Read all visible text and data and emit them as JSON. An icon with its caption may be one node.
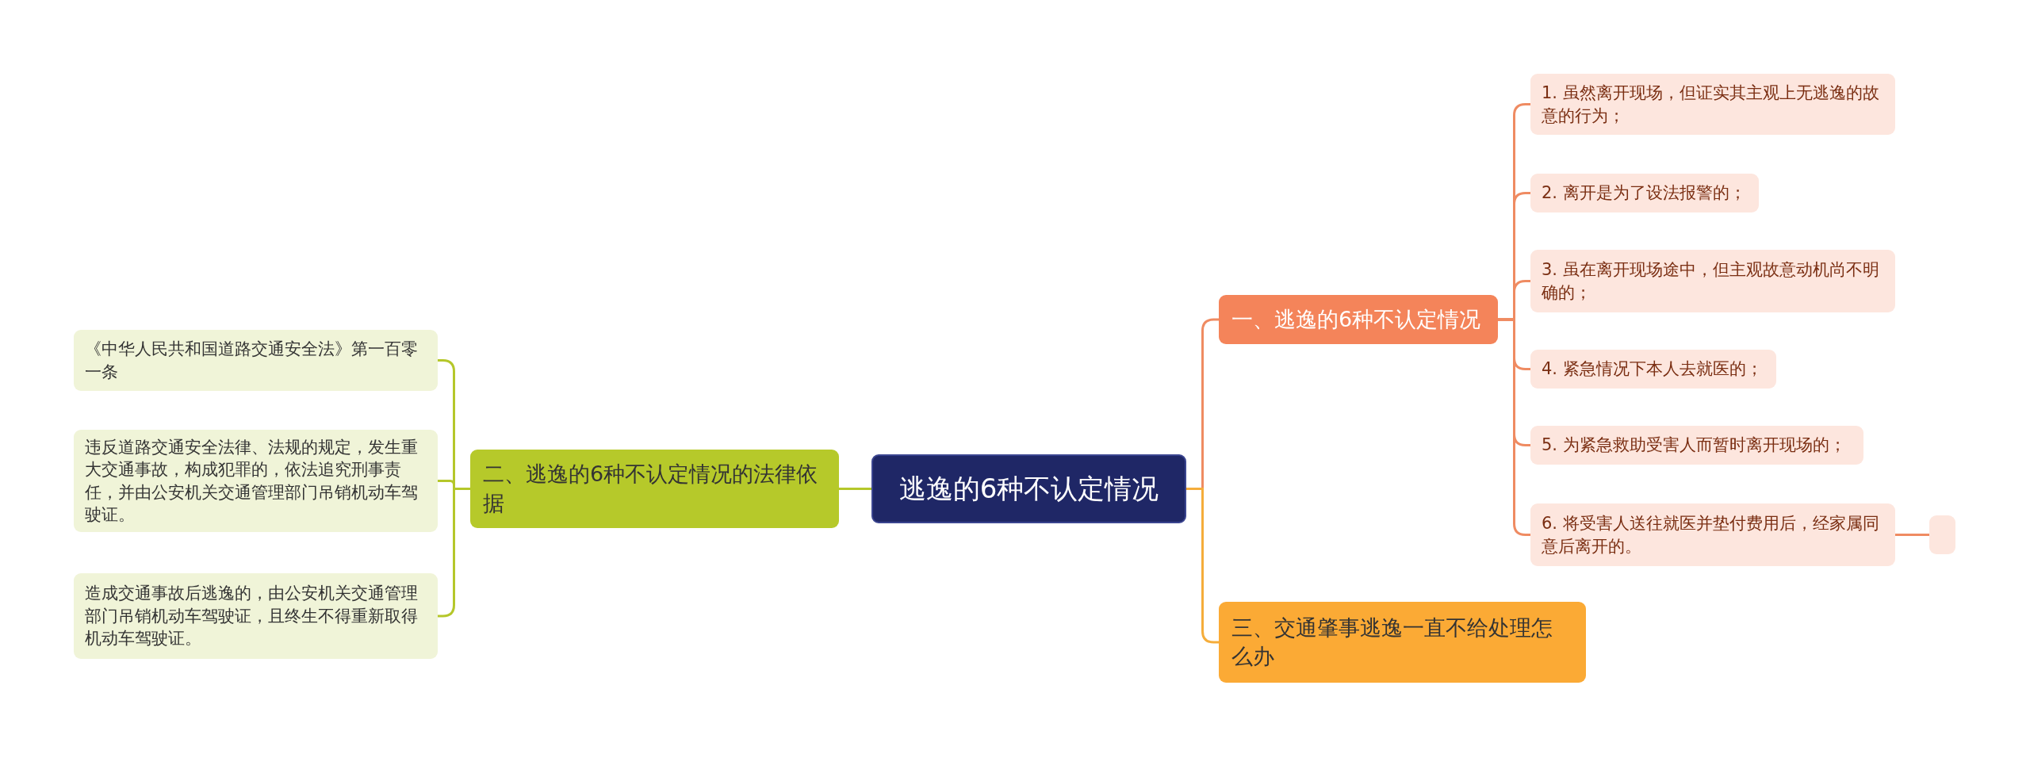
{
  "diagram": {
    "nodes": [
      {
        "text": [
          "逃逸的6种不认定情况"
        ]
      },
      {
        "text": [
          "一、逃逸的6种不认定情况"
        ]
      },
      {
        "text": [
          "1. 虽然离开现场，但证实其主观上无逃逸的故意的行为；"
        ]
      },
      {
        "text": [
          "2. 离开是为了设法报警的；"
        ]
      },
      {
        "text": [
          "3. 虽在离开现场途中，但主观故意动机尚不明确的；"
        ]
      },
      {
        "text": [
          "4. 紧急情况下本人去就医的；"
        ]
      },
      {
        "text": [
          "5. 为紧急救助受害人而暂时离开现场的；"
        ]
      },
      {
        "text": [
          "6. 将受害人送往就医并垫付费用后，经家属同意后离开的。"
        ]
      },
      {
        "text": [],
        "shape": "box"
      },
      {
        "text": [
          "三、交通肇事逃逸一直不给处理怎么办"
        ]
      },
      {
        "text": [
          "二、逃逸的6种不认定情况的法律依据"
        ]
      },
      {
        "text": [
          "《中华人民共和国道路交通安全法》第一百零一条"
        ]
      },
      {
        "text": [
          "违反道路交通安全法律、法规的规定，发生重大交通事故，构成犯罪的，依法追究刑事责任，并由公安机关交通管理部门吊销机动车驾驶证。"
        ]
      },
      {
        "text": [
          "造成交通事故后逃逸的，由公安机关交通管理部门吊销机动车驾驶证，且终生不得重新取得机动车驾驶证。"
        ]
      }
    ],
    "edges": [
      {
        "from": 0,
        "to": 1,
        "arrow": "none"
      },
      {
        "from": 1,
        "to": 2,
        "arrow": "none"
      },
      {
        "from": 1,
        "to": 3,
        "arrow": "none"
      },
      {
        "from": 1,
        "to": 4,
        "arrow": "none"
      },
      {
        "from": 1,
        "to": 5,
        "arrow": "none"
      },
      {
        "from": 1,
        "to": 6,
        "arrow": "none"
      },
      {
        "from": 1,
        "to": 7,
        "arrow": "none"
      },
      {
        "from": 7,
        "to": 8,
        "arrow": "none"
      },
      {
        "from": 0,
        "to": 9,
        "arrow": "none",
        "color": "#f5ad3b"
      },
      {
        "from": 0,
        "to": 10,
        "arrow": "none",
        "color": "#b5c72a"
      },
      {
        "from": 10,
        "to": 11,
        "arrow": "none",
        "color": "#b5c72a"
      },
      {
        "from": 10,
        "to": 12,
        "arrow": "none",
        "color": "#b5c72a"
      },
      {
        "from": 10,
        "to": 13,
        "arrow": "none",
        "color": "#b5c72a"
      }
    ]
  }
}
